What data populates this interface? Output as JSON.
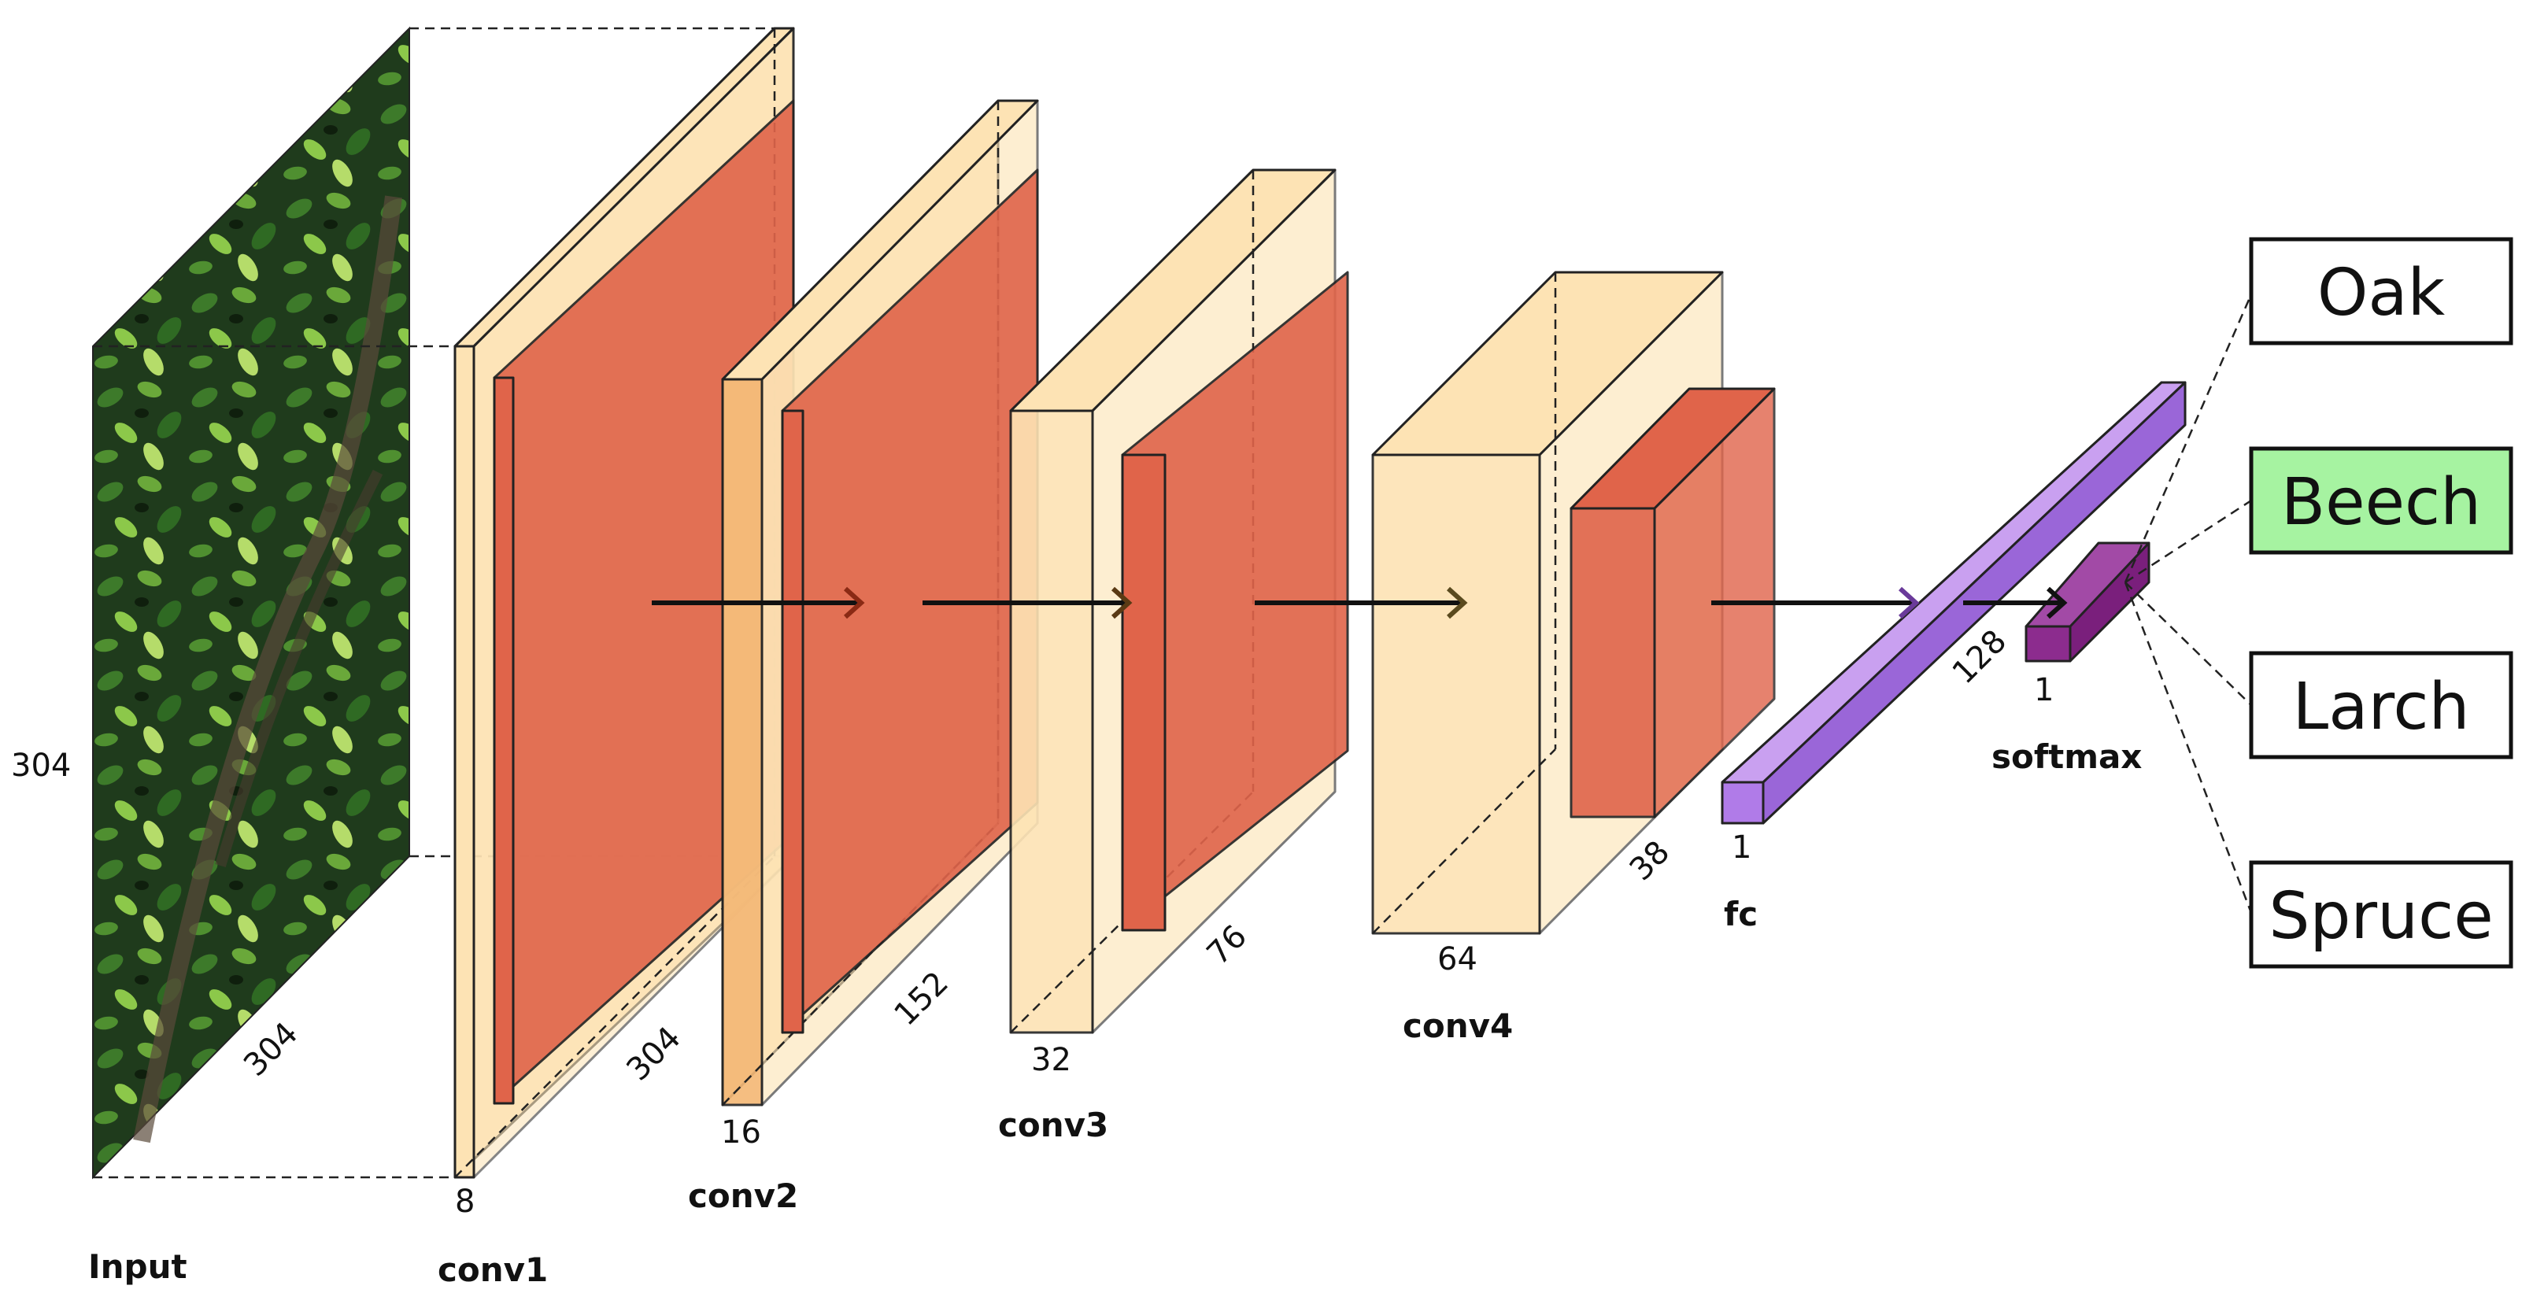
{
  "colors": {
    "feature_map_fill": "#fde3b4",
    "filter_fill": "#e0644a",
    "fc_fill": "#b07be8",
    "softmax_fill": "#8c2c8e",
    "highlight_fill": "#a6f3a1",
    "arrow": "#111111"
  },
  "layers": {
    "input": {
      "name": "Input",
      "height_label": "304",
      "depth_label": "304"
    },
    "conv1": {
      "name": "conv1",
      "width_label": "8",
      "depth_label": "304"
    },
    "conv2": {
      "name": "conv2",
      "width_label": "16",
      "depth_label": "152"
    },
    "conv3": {
      "name": "conv3",
      "width_label": "32",
      "depth_label": "76"
    },
    "conv4": {
      "name": "conv4",
      "width_label": "64",
      "depth_label": "38"
    },
    "fc": {
      "name": "fc",
      "width_label": "1",
      "depth_label": "128"
    },
    "softmax": {
      "name": "softmax",
      "width_label": "1"
    }
  },
  "classes": [
    {
      "label": "Oak",
      "highlighted": false
    },
    {
      "label": "Beech",
      "highlighted": true
    },
    {
      "label": "Larch",
      "highlighted": false
    },
    {
      "label": "Spruce",
      "highlighted": false
    }
  ],
  "icons": {
    "input_image": "forest-canopy-photo-icon",
    "arrows": "arrow-right-icon"
  }
}
